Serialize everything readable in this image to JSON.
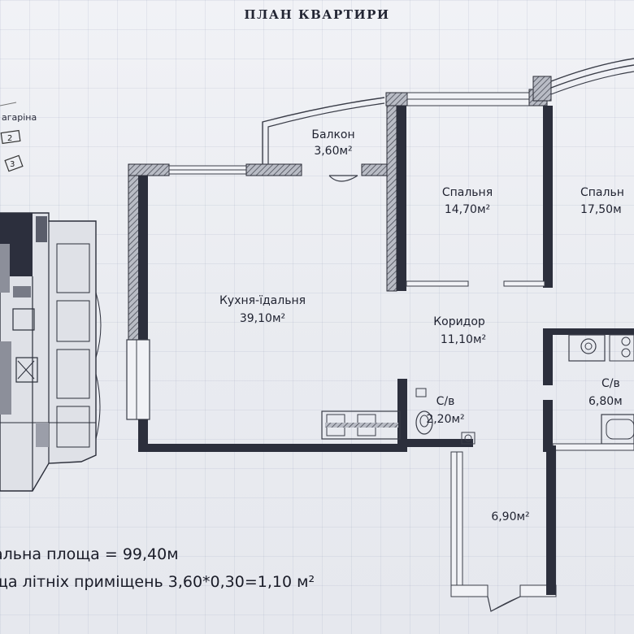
{
  "title": "ПЛАН КВАРТИРИ",
  "street_label": "агаріна",
  "site_markers": [
    "2",
    "3"
  ],
  "rooms": [
    {
      "name": "Балкон",
      "area": "3,60м²"
    },
    {
      "name": "Спальня",
      "area": "14,70м²"
    },
    {
      "name": "Спальн",
      "area": "17,50м"
    },
    {
      "name": "Кухня-їдальня",
      "area": "39,10м²"
    },
    {
      "name": "Коридор",
      "area": "11,10м²"
    },
    {
      "name": "С/в",
      "area": "2,20м²"
    },
    {
      "name": "С/в",
      "area": "6,80м"
    },
    {
      "name": "",
      "area": "6,90м²"
    }
  ],
  "totals": {
    "total_area": "альна площа = 99,40м",
    "summer_area": "ща літніх приміщень  3,60*0,30=1,10 м²"
  }
}
